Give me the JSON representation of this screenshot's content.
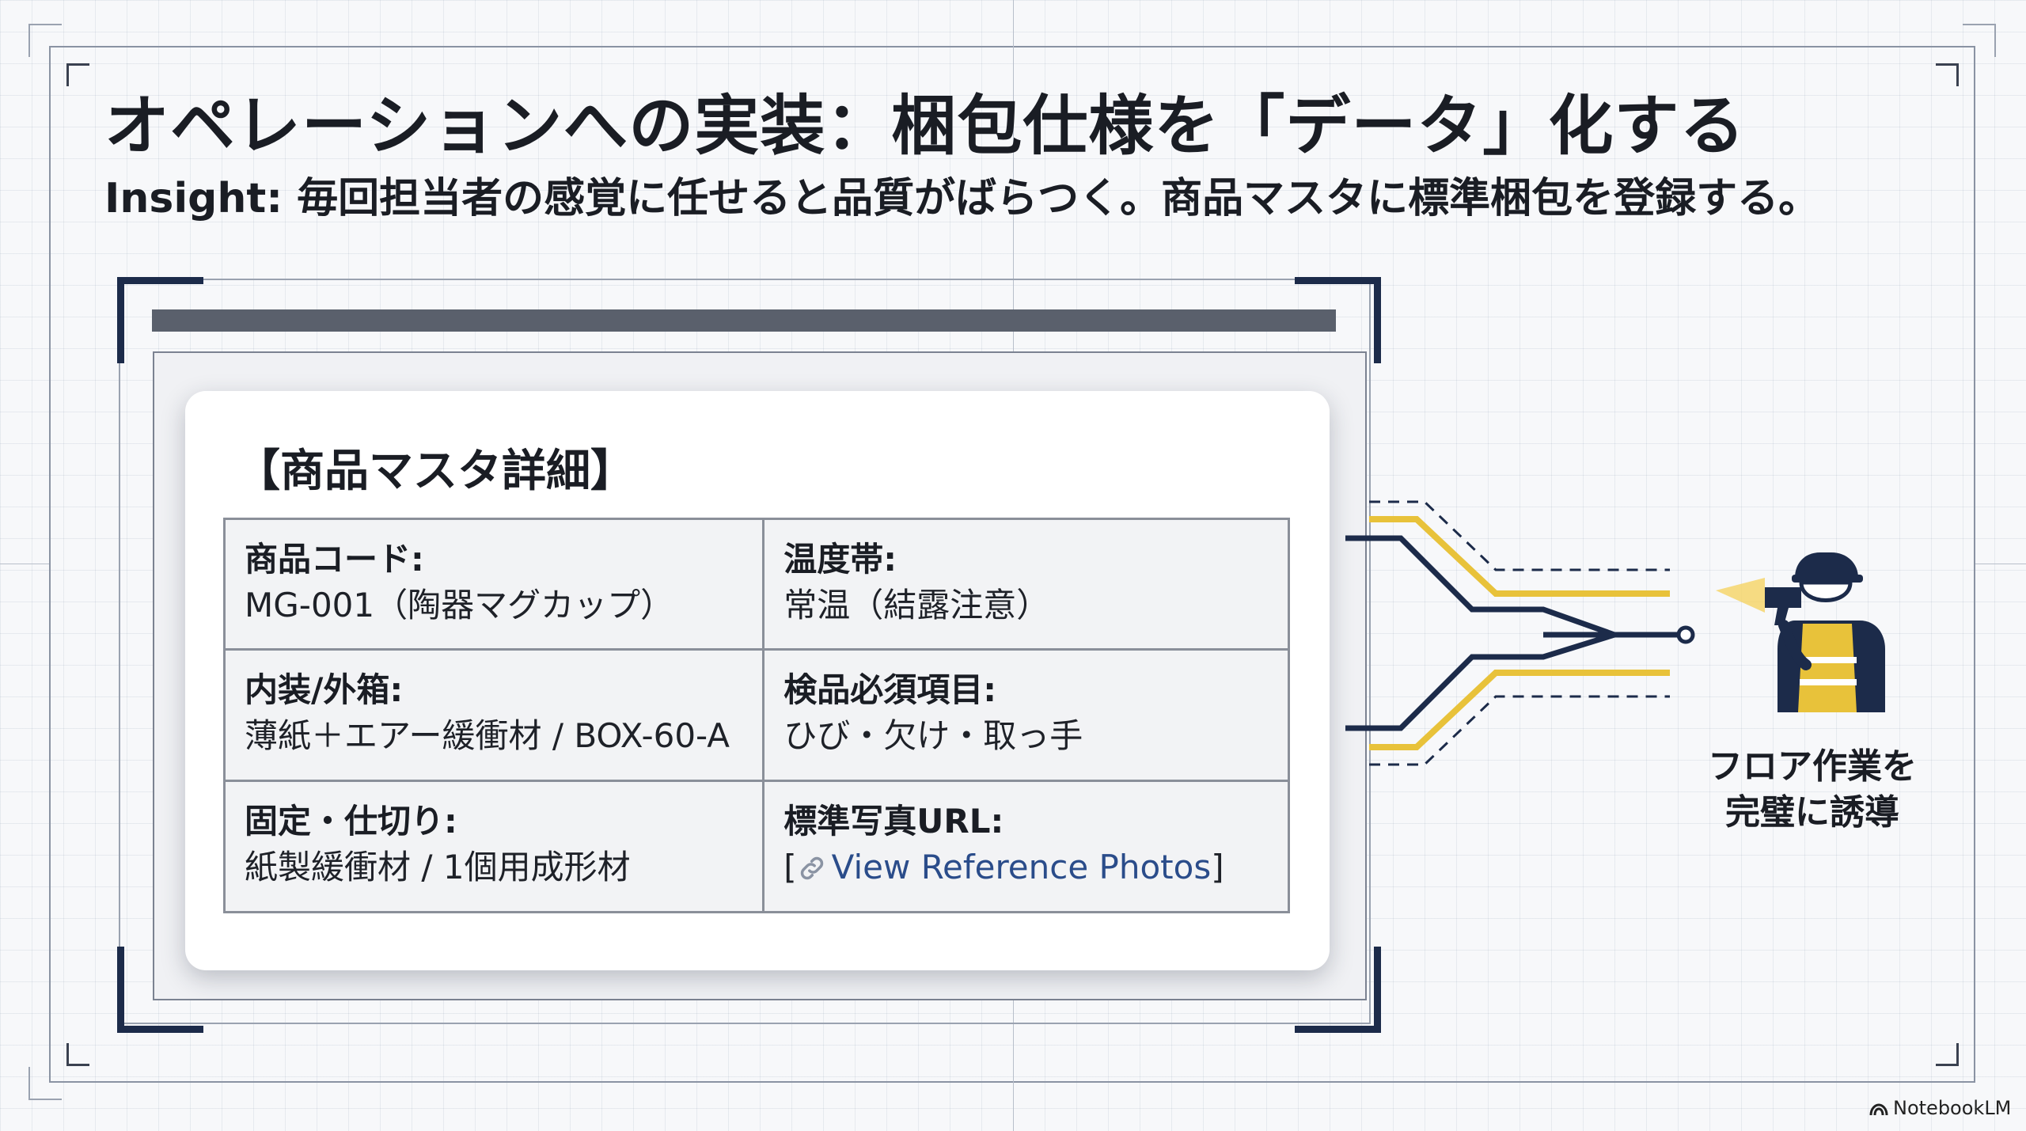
{
  "slide": {
    "title": "オペレーションへの実装：梱包仕様を「データ」化する",
    "subtitle": "Insight: 毎回担当者の感覚に任せると品質がばらつく。商品マスタに標準梱包を登録する。"
  },
  "product_card": {
    "heading": "【商品マスタ詳細】",
    "rows": [
      [
        {
          "label": "商品コード:",
          "value": "MG-001（陶器マグカップ）"
        },
        {
          "label": "温度帯:",
          "value": "常温（結露注意）"
        }
      ],
      [
        {
          "label": "内装/外箱:",
          "value": "薄紙＋エアー緩衝材 / BOX-60-A"
        },
        {
          "label": "検品必須項目:",
          "value": "ひび・欠け・取っ手"
        }
      ],
      [
        {
          "label": "固定・仕切り:",
          "value": "紙製緩衝材 / 1個用成形材"
        },
        {
          "label": "標準写真URL:",
          "link_open": "[",
          "link_text": "View Reference Photos",
          "link_close": "]"
        }
      ]
    ]
  },
  "icons": {
    "link": "link-icon",
    "worker": "worker-with-scanner-icon",
    "paths": "converging-paths-icon",
    "logo": "notebooklm-logo-icon"
  },
  "floor_caption": {
    "line1": "フロア作業を",
    "line2": "完璧に誘導"
  },
  "branding": {
    "logo_text": "NotebookLM"
  },
  "colors": {
    "navy": "#1c2b4a",
    "yellow": "#e8c23a",
    "link_blue": "#2a4c8a"
  }
}
